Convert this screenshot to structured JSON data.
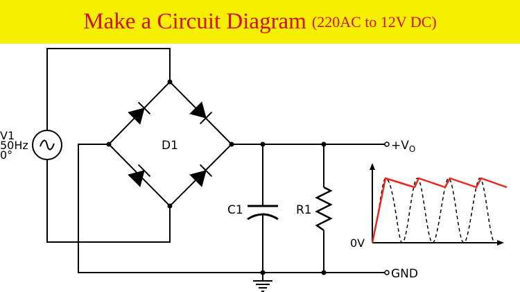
{
  "title": {
    "main": "Make a Circuit Diagram",
    "sub": "(220AC to 12V DC)"
  },
  "source": {
    "name": "V1",
    "frequency": "50Hz",
    "phase": "0°"
  },
  "bridge": {
    "label": "D1"
  },
  "capacitor": {
    "label": "C1"
  },
  "resistor": {
    "label": "R1"
  },
  "terminals": {
    "vout_prefix": "+V",
    "vout_sub": "O",
    "gnd": "GND"
  },
  "waveform": {
    "zero_label": "0V"
  },
  "colors": {
    "banner": "#f6f000",
    "title": "#d4101c",
    "ripple": "#e8281e"
  }
}
